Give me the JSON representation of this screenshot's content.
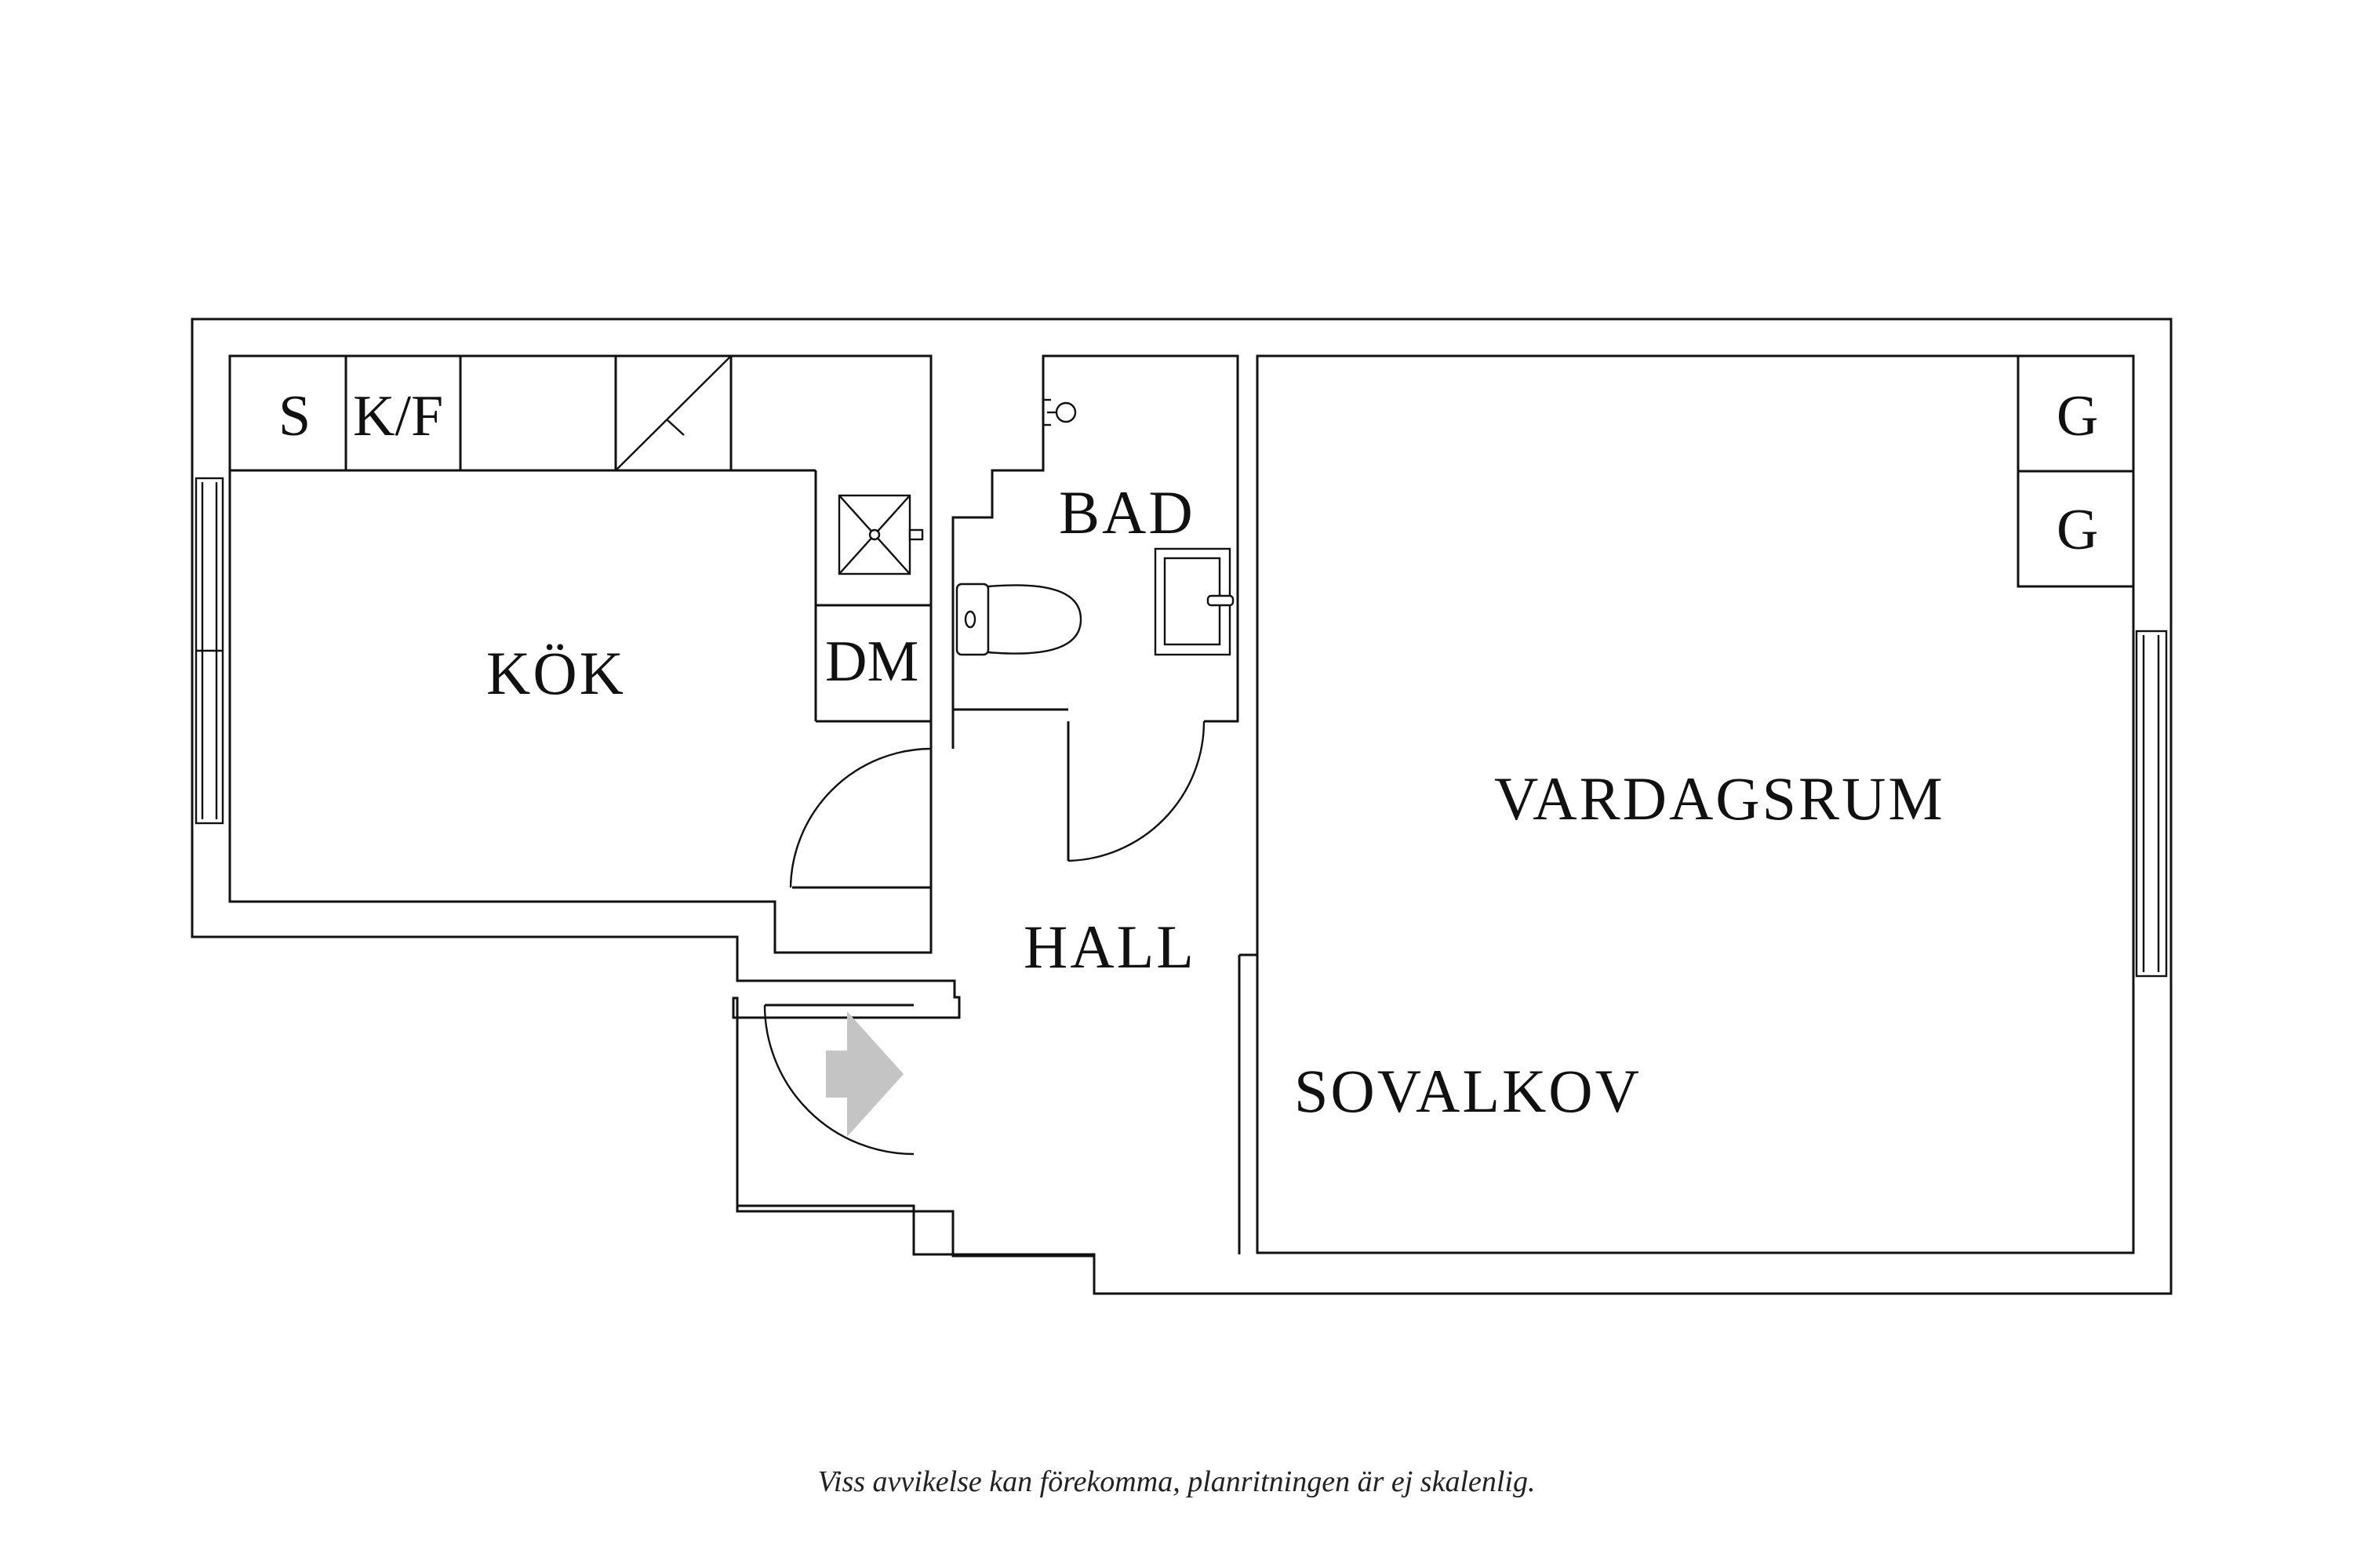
{
  "plan": {
    "rooms": {
      "kitchen": "KÖK",
      "bathroom": "BAD",
      "hall": "HALL",
      "living_room": "VARDAGSRUM",
      "sleeping_alcove": "SOVALKOV"
    },
    "fixtures": {
      "sink": "S",
      "fridge_freezer": "K/F",
      "dishwasher": "DM",
      "wardrobe_1": "G",
      "wardrobe_2": "G"
    },
    "entrance_arrow_color": "#c4c4c4"
  },
  "disclaimer": "Viss avvikelse kan förekomma, planritningen är ej skalenlig."
}
